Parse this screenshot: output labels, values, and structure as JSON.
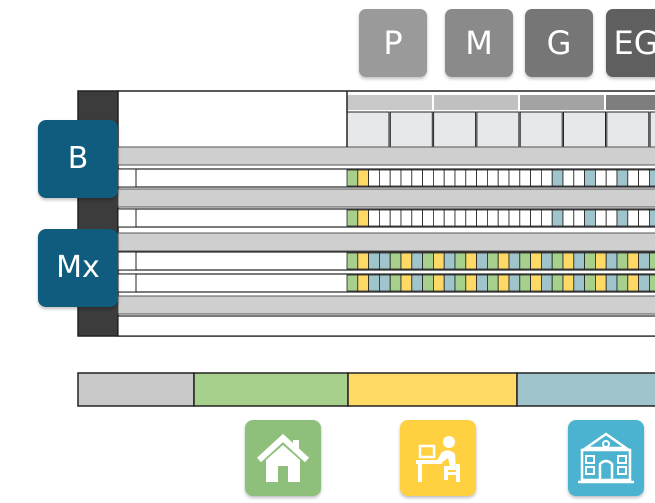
{
  "header_buttons": [
    {
      "label": "P",
      "color": "#9a9a9a"
    },
    {
      "label": "M",
      "color": "#8a8a8a"
    },
    {
      "label": "G",
      "color": "#767676"
    },
    {
      "label": "EG",
      "color": "#5f5f5f"
    }
  ],
  "row_tags": [
    {
      "label": "B"
    },
    {
      "label": "Mx"
    }
  ],
  "grid": {
    "band_colors": [
      "#c8c8c8",
      "#c0c0c0",
      "#a3a3a3",
      "#7d7d7d"
    ],
    "sub_header_color": "#e6e9ec",
    "separator_color": "#cfcfcf",
    "rows": [
      {
        "cells": [
          "green",
          "yellow",
          "white",
          "white",
          "white",
          "white",
          "white",
          "white",
          "white",
          "white",
          "white",
          "white",
          "white",
          "white",
          "white",
          "white",
          "white",
          "white",
          "white",
          "teal",
          "white",
          "white",
          "teal",
          "white",
          "white",
          "teal",
          "white",
          "white",
          "teal"
        ]
      },
      {
        "cells": [
          "green",
          "yellow",
          "white",
          "white",
          "white",
          "white",
          "white",
          "white",
          "white",
          "white",
          "white",
          "white",
          "white",
          "white",
          "white",
          "white",
          "white",
          "white",
          "white",
          "teal",
          "white",
          "white",
          "teal",
          "white",
          "white",
          "teal",
          "white",
          "white",
          "teal"
        ]
      },
      {
        "cells": [
          "green",
          "yellow",
          "teal",
          "teal",
          "green",
          "yellow",
          "teal",
          "green",
          "yellow",
          "teal",
          "green",
          "yellow",
          "teal",
          "green",
          "yellow",
          "teal",
          "green",
          "yellow",
          "teal",
          "green",
          "yellow",
          "teal",
          "green",
          "yellow",
          "teal",
          "green",
          "yellow",
          "teal",
          "green"
        ]
      },
      {
        "cells": [
          "green",
          "yellow",
          "teal",
          "teal",
          "green",
          "yellow",
          "teal",
          "green",
          "yellow",
          "teal",
          "green",
          "yellow",
          "teal",
          "green",
          "yellow",
          "teal",
          "green",
          "yellow",
          "teal",
          "green",
          "yellow",
          "teal",
          "green",
          "yellow",
          "teal",
          "green",
          "yellow",
          "teal",
          "green"
        ]
      }
    ]
  },
  "legend_colors": {
    "gray": "#c9c9c9",
    "green": "#a8d08d",
    "yellow": "#ffd966",
    "teal": "#9fc4cb",
    "white": "#ffffff"
  },
  "icons": [
    {
      "name": "home-icon",
      "color": "#8ec07c"
    },
    {
      "name": "desk-worker-icon",
      "color": "#ffd040"
    },
    {
      "name": "school-icon",
      "color": "#4bb3cf"
    }
  ]
}
